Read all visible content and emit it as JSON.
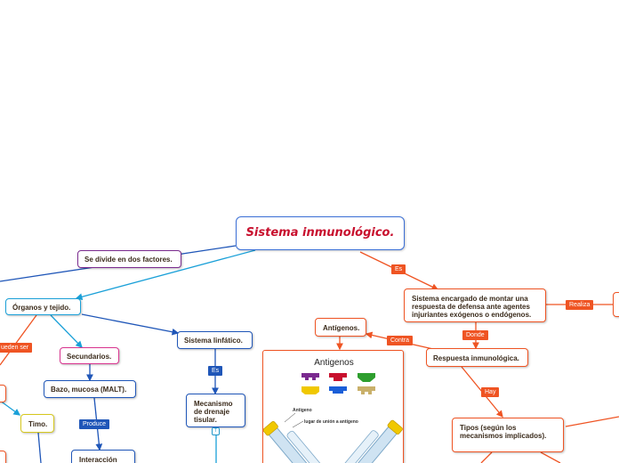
{
  "map": {
    "title": "Sistema inmunológico.",
    "nodes": {
      "divide": "Se divide en dos factores.",
      "organos": "Órganos y tejido.",
      "secundarios": "Secundarios.",
      "bazo": "Bazo, mucosa (MALT).",
      "timo": "Timo.",
      "linfatico": "Sistema linfático.",
      "mecanismo": "Mecanismo de drenaje tisular.",
      "interaccion": "Interacción",
      "sistema_encargado": "Sistema encargado de montar una respuesta de defensa ante agentes injuriantes exógenos o endógenos.",
      "antigenos": "Antígenos.",
      "respuesta": "Respuesta inmunológica.",
      "tipos": "Tipos (según los mecanismos implicados)."
    },
    "labels": {
      "pueden_ser": "ueden ser",
      "es_linfatico": "Es",
      "produce": "Produce",
      "es_main": "Es",
      "realiza": "Realiza",
      "donde": "Donde",
      "contra": "Contra",
      "hay": "Hay"
    },
    "image": {
      "title": "Antigenos",
      "annotation_antigen": "Antigeno",
      "annotation_site": "lugar de unión a antígeno"
    },
    "colors": {
      "blue_dark": "#1f56b8",
      "blue_light": "#1aa0d8",
      "orange": "#ef5423",
      "purple": "#7b2c8f",
      "pink": "#d9348f",
      "yellow": "#d6c81e",
      "red": "#e0462a"
    }
  }
}
